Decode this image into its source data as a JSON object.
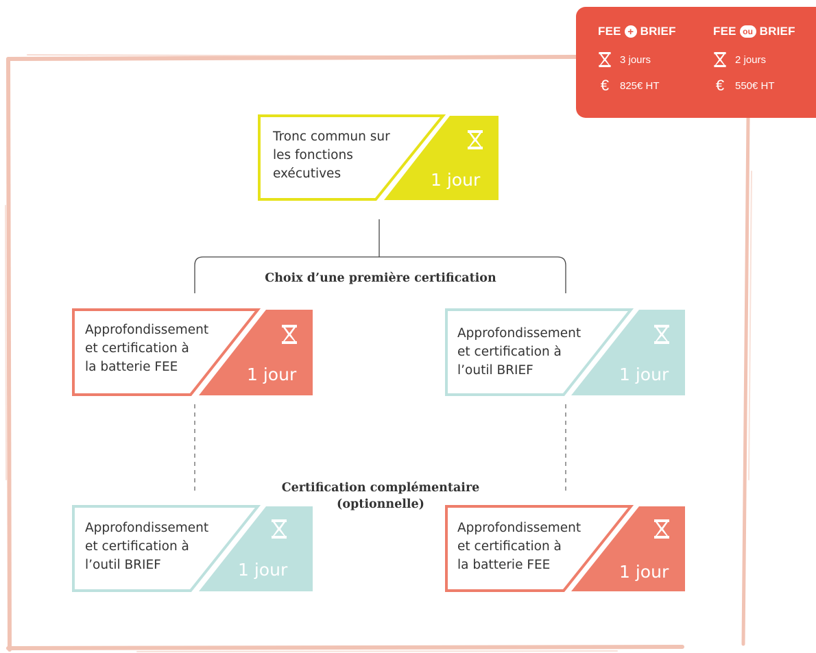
{
  "pricing": {
    "fee_and_brief": {
      "prefix": "FEE",
      "connector": "+",
      "suffix": "BRIEF",
      "duration": "3 jours",
      "price": "825€ HT"
    },
    "fee_or_brief": {
      "prefix": "FEE",
      "connector": "ou",
      "suffix": "BRIEF",
      "duration": "2 jours",
      "price": "550€ HT"
    }
  },
  "modules": {
    "tronc_commun": {
      "lines": [
        "Tronc commun sur",
        "les fonctions",
        "exécutives"
      ],
      "duration": "1 jour"
    },
    "first_fee": {
      "lines": [
        "Approfondissement",
        "et certification à",
        "la batterie FEE"
      ],
      "duration": "1 jour"
    },
    "first_brief": {
      "lines": [
        "Approfondissement",
        "et certification à",
        "l’outil BRIEF"
      ],
      "duration": "1 jour"
    },
    "comp_brief": {
      "lines": [
        "Approfondissement",
        "et certification à",
        "l’outil BRIEF"
      ],
      "duration": "1 jour"
    },
    "comp_fee": {
      "lines": [
        "Approfondissement",
        "et certification à",
        "la batterie FEE"
      ],
      "duration": "1 jour"
    }
  },
  "headings": {
    "first_choice": "Choix d’une première certification",
    "complementary_1": "Certification complémentaire",
    "complementary_2": "(optionnelle)"
  },
  "colors": {
    "coral": "#ee7e6b",
    "teal": "#bde1de",
    "yellow": "#e6e21b",
    "card_red": "#e95544"
  },
  "icons": {
    "duration": "hourglass-icon",
    "price": "euro-icon"
  }
}
